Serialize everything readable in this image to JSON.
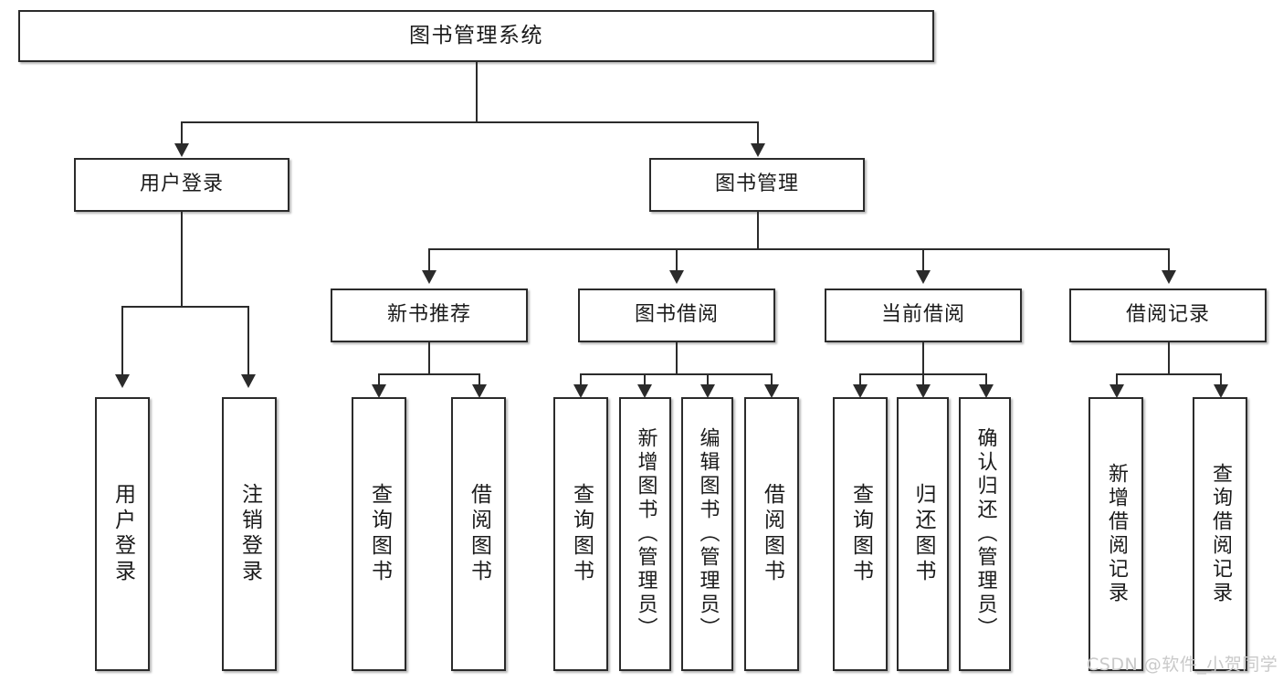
{
  "diagram": {
    "title": "图书管理系统",
    "type": "hierarchy-tree",
    "levels": [
      {
        "level": 1,
        "nodes": [
          {
            "id": "root",
            "label": "图书管理系统",
            "orientation": "horizontal"
          }
        ]
      },
      {
        "level": 2,
        "nodes": [
          {
            "id": "login",
            "label": "用户登录",
            "orientation": "horizontal",
            "parent": "root"
          },
          {
            "id": "bookmgr",
            "label": "图书管理",
            "orientation": "horizontal",
            "parent": "root"
          }
        ]
      },
      {
        "level": 3,
        "nodes": [
          {
            "id": "newbook",
            "label": "新书推荐",
            "orientation": "horizontal",
            "parent": "bookmgr"
          },
          {
            "id": "borrow",
            "label": "图书借阅",
            "orientation": "horizontal",
            "parent": "bookmgr"
          },
          {
            "id": "current",
            "label": "当前借阅",
            "orientation": "horizontal",
            "parent": "bookmgr"
          },
          {
            "id": "record",
            "label": "借阅记录",
            "orientation": "horizontal",
            "parent": "bookmgr"
          }
        ]
      },
      {
        "level": 4,
        "nodes": [
          {
            "id": "leaf-user-login",
            "label": "用户登录",
            "orientation": "vertical",
            "parent": "login"
          },
          {
            "id": "leaf-user-logout",
            "label": "注销登录",
            "orientation": "vertical",
            "parent": "login"
          },
          {
            "id": "leaf-newbook-query",
            "label": "查询图书",
            "orientation": "vertical",
            "parent": "newbook"
          },
          {
            "id": "leaf-newbook-borrow",
            "label": "借阅图书",
            "orientation": "vertical",
            "parent": "newbook"
          },
          {
            "id": "leaf-borrow-query",
            "label": "查询图书",
            "orientation": "vertical",
            "parent": "borrow"
          },
          {
            "id": "leaf-borrow-add",
            "label": "新增图书（管理员）",
            "orientation": "vertical",
            "parent": "borrow"
          },
          {
            "id": "leaf-borrow-edit",
            "label": "编辑图书（管理员）",
            "orientation": "vertical",
            "parent": "borrow"
          },
          {
            "id": "leaf-borrow-lend",
            "label": "借阅图书",
            "orientation": "vertical",
            "parent": "borrow"
          },
          {
            "id": "leaf-current-query",
            "label": "查询图书",
            "orientation": "vertical",
            "parent": "current"
          },
          {
            "id": "leaf-current-return",
            "label": "归还图书",
            "orientation": "vertical",
            "parent": "current"
          },
          {
            "id": "leaf-current-confirm",
            "label": "确认归还（管理员）",
            "orientation": "vertical",
            "parent": "current"
          },
          {
            "id": "leaf-record-add",
            "label": "新增借阅记录",
            "orientation": "vertical",
            "parent": "record"
          },
          {
            "id": "leaf-record-query",
            "label": "查询借阅记录",
            "orientation": "vertical",
            "parent": "record"
          }
        ]
      }
    ],
    "watermark": "CSDN @软件_小贺同学",
    "colors": {
      "box_border": "#2b2b2b",
      "box_fill": "#ffffff",
      "connector": "#2b2b2b",
      "text": "#1b1b1b",
      "watermark": "#c9c9c9",
      "background": "#ffffff"
    }
  }
}
